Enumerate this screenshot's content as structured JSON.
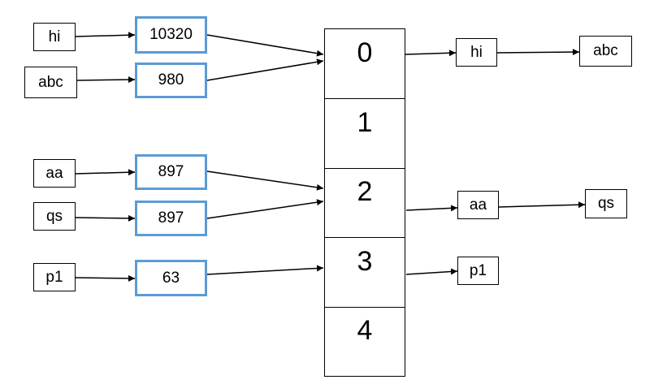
{
  "keys": [
    {
      "label": "hi"
    },
    {
      "label": "abc"
    },
    {
      "label": "aa"
    },
    {
      "label": "qs"
    },
    {
      "label": "p1"
    }
  ],
  "hashes": [
    {
      "label": "10320"
    },
    {
      "label": "980"
    },
    {
      "label": "897"
    },
    {
      "label": "897"
    },
    {
      "label": "63"
    }
  ],
  "buckets": [
    {
      "label": "0"
    },
    {
      "label": "1"
    },
    {
      "label": "2"
    },
    {
      "label": "3"
    },
    {
      "label": "4"
    }
  ],
  "chains": {
    "bucket0": [
      {
        "label": "hi"
      },
      {
        "label": "abc"
      }
    ],
    "bucket2": [
      {
        "label": "aa"
      },
      {
        "label": "qs"
      }
    ],
    "bucket3": [
      {
        "label": "p1"
      }
    ]
  },
  "colors": {
    "hash_border": "#5b9bd5",
    "line": "#000000"
  }
}
